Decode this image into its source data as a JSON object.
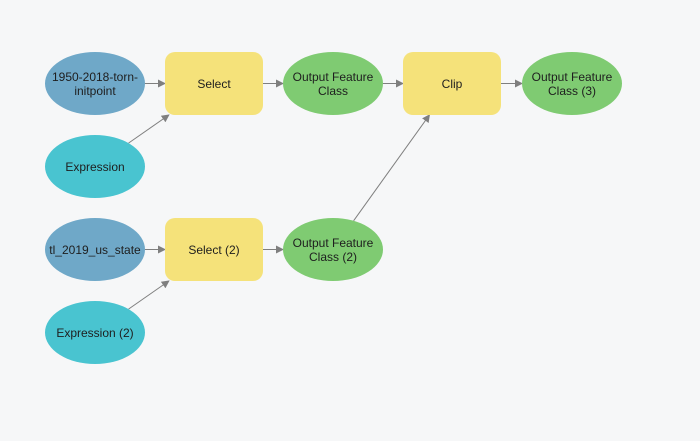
{
  "colors": {
    "data": "#6fa8c8",
    "variable": "#49c4d0",
    "tool": "#f5e27a",
    "output": "#7fcb72",
    "edge": "#7f7f7f"
  },
  "nodes": {
    "torn_input": {
      "label": "1950-2018-torn-\ninitpoint",
      "kind": "data"
    },
    "expression1": {
      "label": "Expression",
      "kind": "variable"
    },
    "select1": {
      "label": "Select",
      "kind": "tool"
    },
    "output1": {
      "label": "Output Feature\nClass",
      "kind": "output"
    },
    "clip": {
      "label": "Clip",
      "kind": "tool"
    },
    "output3": {
      "label": "Output Feature\nClass (3)",
      "kind": "output"
    },
    "state_input": {
      "label": "tl_2019_us_state",
      "kind": "data"
    },
    "expression2": {
      "label": "Expression (2)",
      "kind": "variable"
    },
    "select2": {
      "label": "Select (2)",
      "kind": "tool"
    },
    "output2": {
      "label": "Output Feature\nClass (2)",
      "kind": "output"
    }
  },
  "edges": [
    [
      "torn_input",
      "select1"
    ],
    [
      "expression1",
      "select1"
    ],
    [
      "select1",
      "output1"
    ],
    [
      "output1",
      "clip"
    ],
    [
      "output2",
      "clip"
    ],
    [
      "clip",
      "output3"
    ],
    [
      "state_input",
      "select2"
    ],
    [
      "expression2",
      "select2"
    ],
    [
      "select2",
      "output2"
    ]
  ]
}
